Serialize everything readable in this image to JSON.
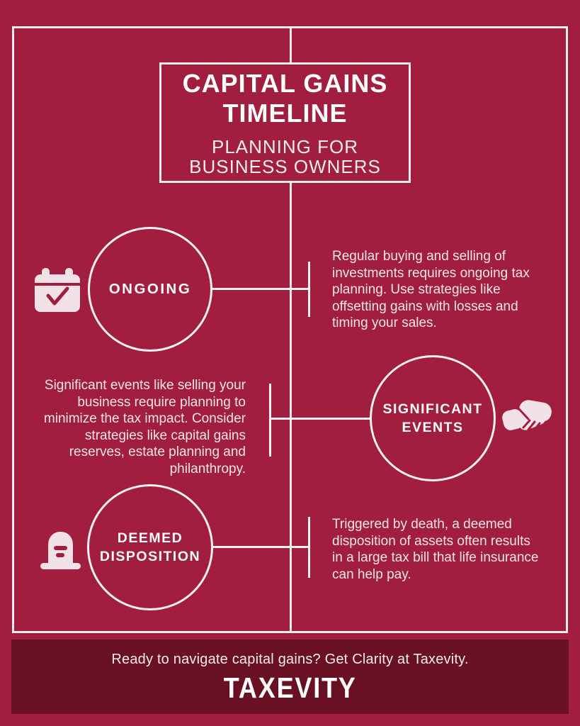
{
  "colors": {
    "background": "#A11E3F",
    "footer_band": "#691123",
    "line_white": "#F5ECEF",
    "icon_pink": "#F2E1E7",
    "text_white": "#FFFFFF",
    "body_text": "#F4E5EA"
  },
  "title_box": {
    "title_line1": "CAPITAL GAINS",
    "title_line2": "TIMELINE",
    "subtitle_line1": "PLANNING FOR",
    "subtitle_line2": "BUSINESS OWNERS"
  },
  "timeline": {
    "items": [
      {
        "id": "ongoing",
        "icon": "calendar-check-icon",
        "label_lines": [
          "ONGOING"
        ],
        "description": "Regular buying and selling of investments requires ongoing tax planning. Use strategies like offsetting gains with losses and timing your sales."
      },
      {
        "id": "significant-events",
        "icon": "handshake-icon",
        "label_lines": [
          "SIGNIFICANT",
          "EVENTS"
        ],
        "description": "Significant events like selling your business require planning to minimize the tax impact. Consider strategies like capital gains reserves, estate planning and philanthropy."
      },
      {
        "id": "deemed-disposition",
        "icon": "tombstone-icon",
        "label_lines": [
          "DEEMED",
          "DISPOSITION"
        ],
        "description": "Triggered by death, a deemed disposition of assets often results in a large tax bill that life insurance can help pay."
      }
    ]
  },
  "footer": {
    "cta": "Ready to navigate capital gains? Get Clarity at Taxevity.",
    "brand": "TAXEVITY"
  }
}
